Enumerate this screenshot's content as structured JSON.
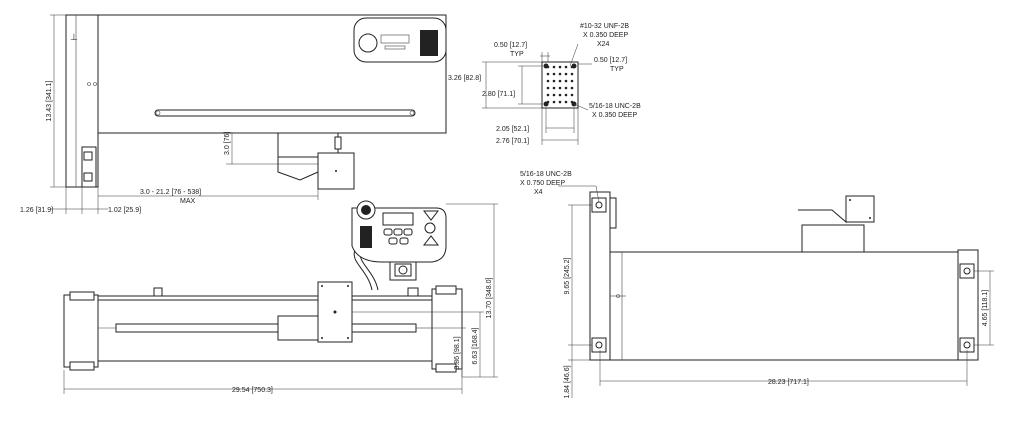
{
  "labels": {
    "top_height": "13.43 [341.1]",
    "top_base_thickness": "1.26 [31.9]",
    "top_post_width": "1.02 [25.9]",
    "top_stroke": "3.0 - 21.2 [76 - 538]",
    "top_stroke_max": "MAX",
    "top_clearance": "3.0 [76]",
    "pat_thread_a": "#10-32 UNF-2B",
    "pat_thread_a_depth": "X 0.350 DEEP",
    "pat_thread_a_count": "X24",
    "pat_typ_left": "0.50 [12.7]",
    "pat_typ_left_note": "TYP",
    "pat_typ_right": "0.50 [12.7]",
    "pat_typ_right_note": "TYP",
    "pat_height_outer": "3.26 [82.8]",
    "pat_height_inner": "2.80 [71.1]",
    "pat_thread_b": "5/16-18 UNC-2B",
    "pat_thread_b_depth": "X 0.350 DEEP",
    "pat_width_inner": "2.05 [52.1]",
    "pat_width_outer": "2.76 [70.1]",
    "front_height_total": "13.70 [348.0]",
    "front_carriage_height": "6.63 [168.4]",
    "front_rail_height": "3.86 [98.1]",
    "front_width": "29.54 [750.3]",
    "end_thread": "5/16-18 UNC-2B",
    "end_thread_depth": "X 0.750 DEEP",
    "end_thread_count": "X4",
    "end_height": "9.65 [245.2]",
    "end_offset": "1.84 [46.6]",
    "end_length": "28.23 [717.1]",
    "end_hole_spacing": "4.65 [118.1]"
  }
}
